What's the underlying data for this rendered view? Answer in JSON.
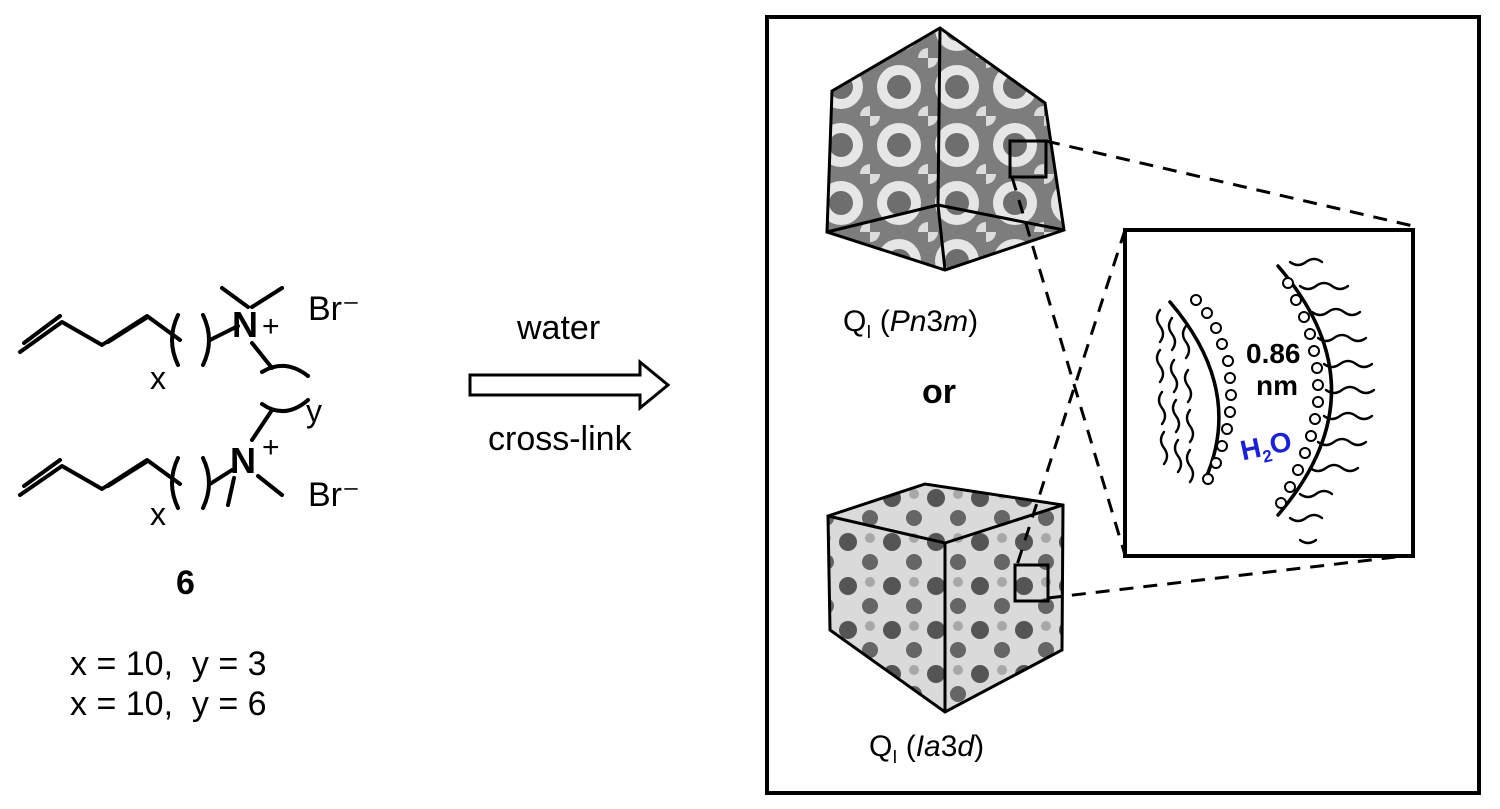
{
  "molecule": {
    "counter_ion": "Br⁻",
    "charge": "+",
    "atom": "N",
    "sub_x": "x",
    "sub_y": "y",
    "compound_number": "6",
    "variants": [
      "x = 10,  y = 3",
      "x = 10,  y = 6"
    ]
  },
  "reaction": {
    "above_arrow": "water",
    "below_arrow": "cross-link"
  },
  "panel": {
    "phase1_label_prefix": "Q",
    "phase1_label_sub": "I",
    "phase1_label_group": "Pn",
    "phase1_label_num": "3",
    "phase1_label_end": "m",
    "connector": "or",
    "phase2_label_prefix": "Q",
    "phase2_label_sub": "I",
    "phase2_label_group": "Ia",
    "phase2_label_num": "3",
    "phase2_label_end": "d",
    "pore_size_value": "0.86",
    "pore_size_unit": "nm",
    "water_main": "H",
    "water_sub": "2",
    "water_end": "O"
  },
  "colors": {
    "ink": "#000000",
    "water_label": "#1c22cc",
    "cube1_face": "#8a8a8a",
    "cube2_face": "#dedede"
  }
}
